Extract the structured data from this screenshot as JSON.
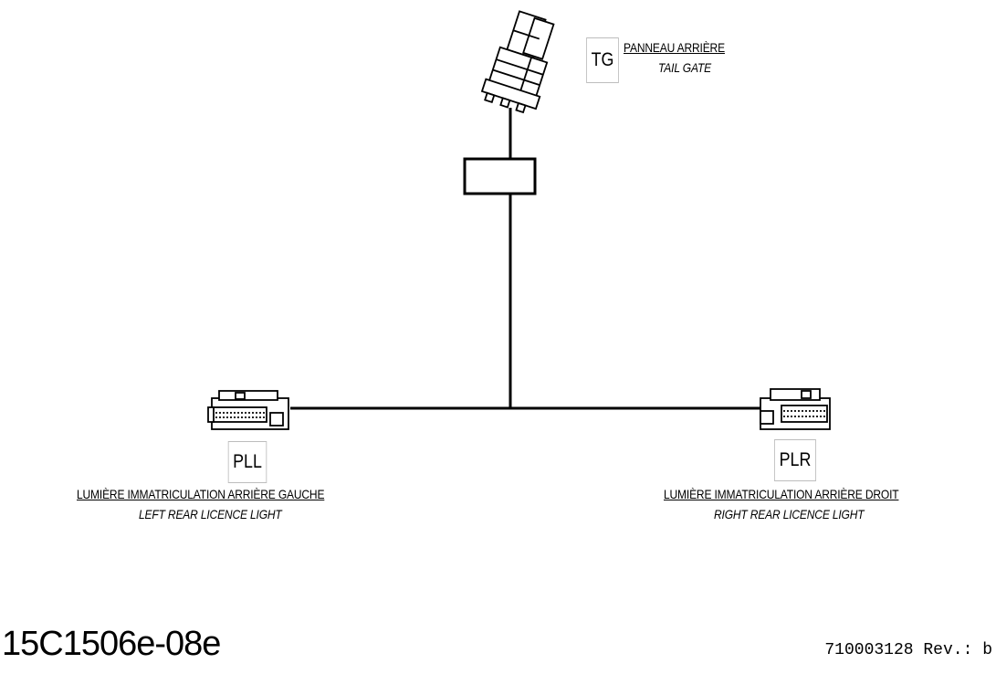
{
  "connectors": {
    "tail_gate": {
      "code": "TG",
      "label_fr": "PANNEAU ARRIÈRE",
      "label_en": "TAIL GATE"
    },
    "left_licence": {
      "code": "PLL",
      "label_fr": "LUMIÈRE IMMATRICULATION ARRIÈRE GAUCHE",
      "label_en": "LEFT REAR LICENCE LIGHT"
    },
    "right_licence": {
      "code": "PLR",
      "label_fr": "LUMIÈRE IMMATRICULATION ARRIÈRE DROIT",
      "label_en": "RIGHT REAR LICENCE LIGHT"
    }
  },
  "footer": {
    "drawing_number": "15C1506e-08e",
    "part_number": "710003128 Rev.: b"
  }
}
